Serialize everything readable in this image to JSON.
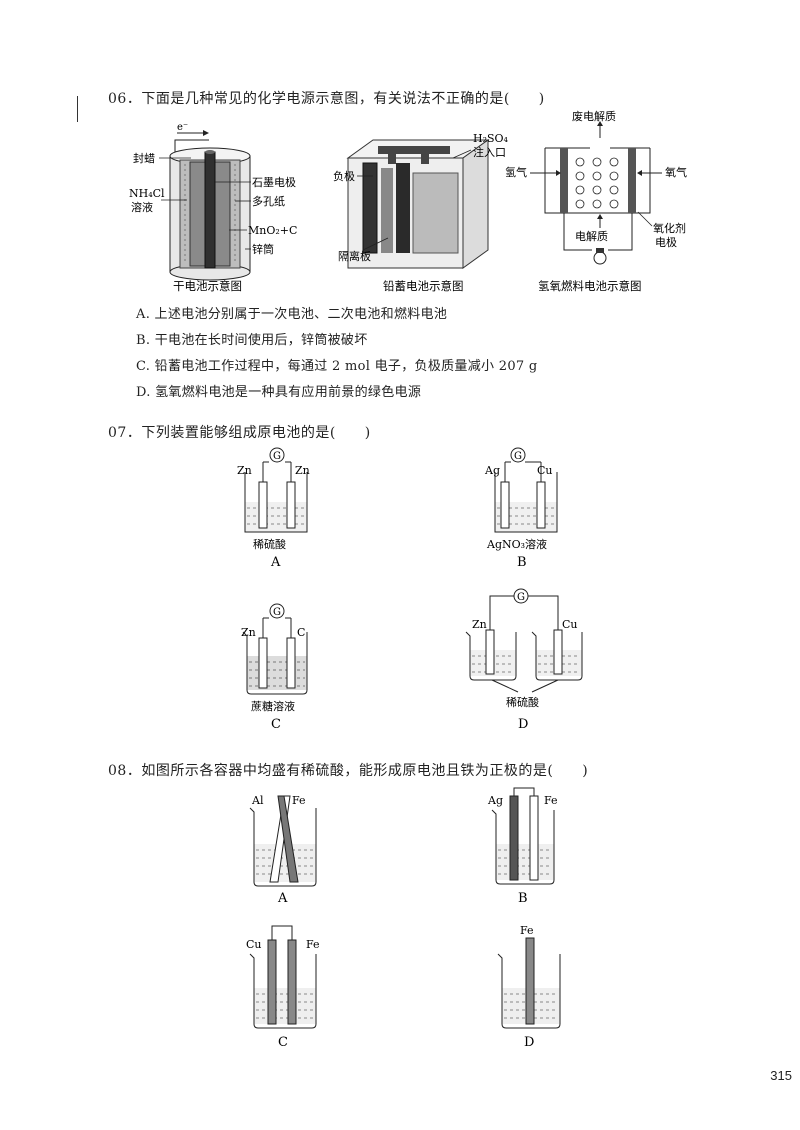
{
  "q06": {
    "stem": "06．下面是几种常见的化学电源示意图，有关说法不正确的是(　　)",
    "fig1": {
      "caption": "干电池示意图",
      "electron": "e⁻",
      "seal": "封蜡",
      "nh4cl_1": "NH₄Cl",
      "nh4cl_2": "溶液",
      "graphite": "石墨电极",
      "paper": "多孔纸",
      "mno2": "MnO₂+C",
      "zinc": "锌筒"
    },
    "fig2": {
      "caption": "铅蓄电池示意图",
      "h2so4": "H₂SO₄",
      "inlet": "注入口",
      "neg": "负极",
      "sep": "隔离板"
    },
    "fig3": {
      "caption": "氢氧燃料电池示意图",
      "waste": "废电解质",
      "h2": "氢气",
      "o2": "氧气",
      "electrolyte": "电解质",
      "oxidant_1": "氧化剂",
      "oxidant_2": "电极"
    },
    "options": [
      "A. 上述电池分别属于一次电池、二次电池和燃料电池",
      "B. 干电池在长时间使用后，锌筒被破坏",
      "C. 铅蓄电池工作过程中，每通过 2 mol 电子，负极质量减小 207 g",
      "D. 氢氧燃料电池是一种具有应用前景的绿色电源"
    ]
  },
  "q07": {
    "stem": "07．下列装置能够组成原电池的是(　　)",
    "g": "G",
    "A": {
      "left": "Zn",
      "right": "Zn",
      "solution": "稀硫酸",
      "letter": "A"
    },
    "B": {
      "left": "Ag",
      "right": "Cu",
      "solution": "AgNO₃溶液",
      "letter": "B"
    },
    "C": {
      "left": "Zn",
      "right": "C",
      "solution": "蔗糖溶液",
      "letter": "C"
    },
    "D": {
      "left": "Zn",
      "right": "Cu",
      "solution": "稀硫酸",
      "letter": "D"
    }
  },
  "q08": {
    "stem": "08．如图所示各容器中均盛有稀硫酸，能形成原电池且铁为正极的是(　　)",
    "A": {
      "left": "Al",
      "right": "Fe",
      "letter": "A"
    },
    "B": {
      "left": "Ag",
      "right": "Fe",
      "letter": "B"
    },
    "C": {
      "left": "Cu",
      "right": "Fe",
      "letter": "C"
    },
    "D": {
      "top": "Fe",
      "letter": "D"
    }
  },
  "page_number": "315"
}
